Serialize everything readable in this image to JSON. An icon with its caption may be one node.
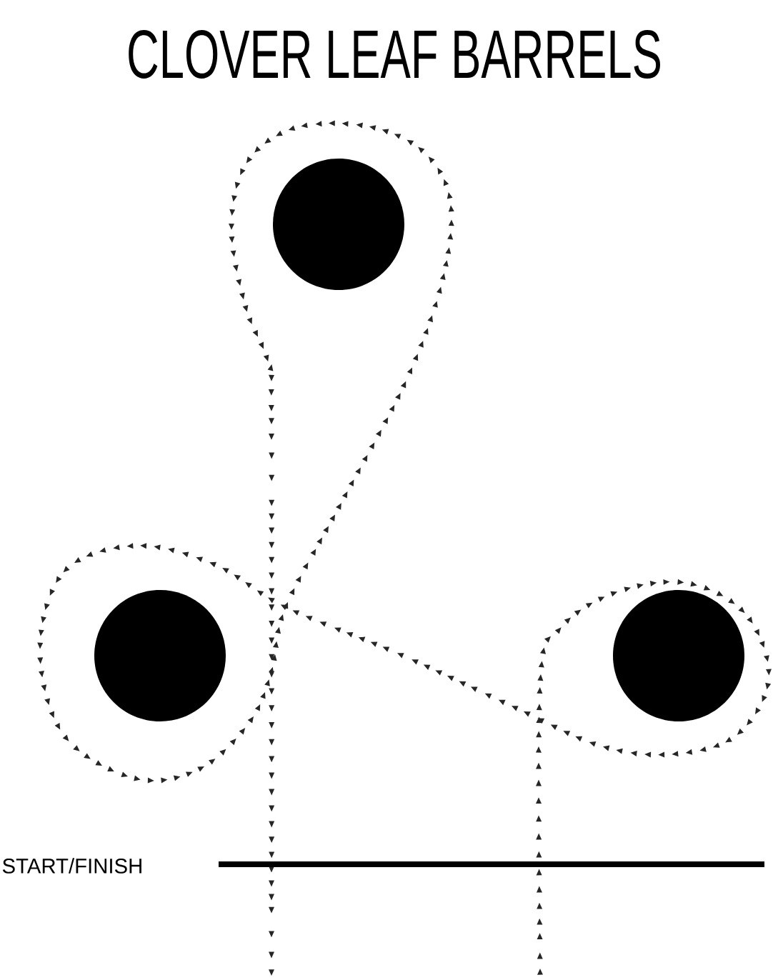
{
  "diagram": {
    "title": "CLOVER LEAF BARRELS",
    "nodes": [
      {
        "text": [],
        "shape": "circle"
      },
      {
        "text": [],
        "shape": "circle"
      },
      {
        "text": [],
        "shape": "circle"
      }
    ],
    "labels": [
      "START/FINISH"
    ]
  }
}
